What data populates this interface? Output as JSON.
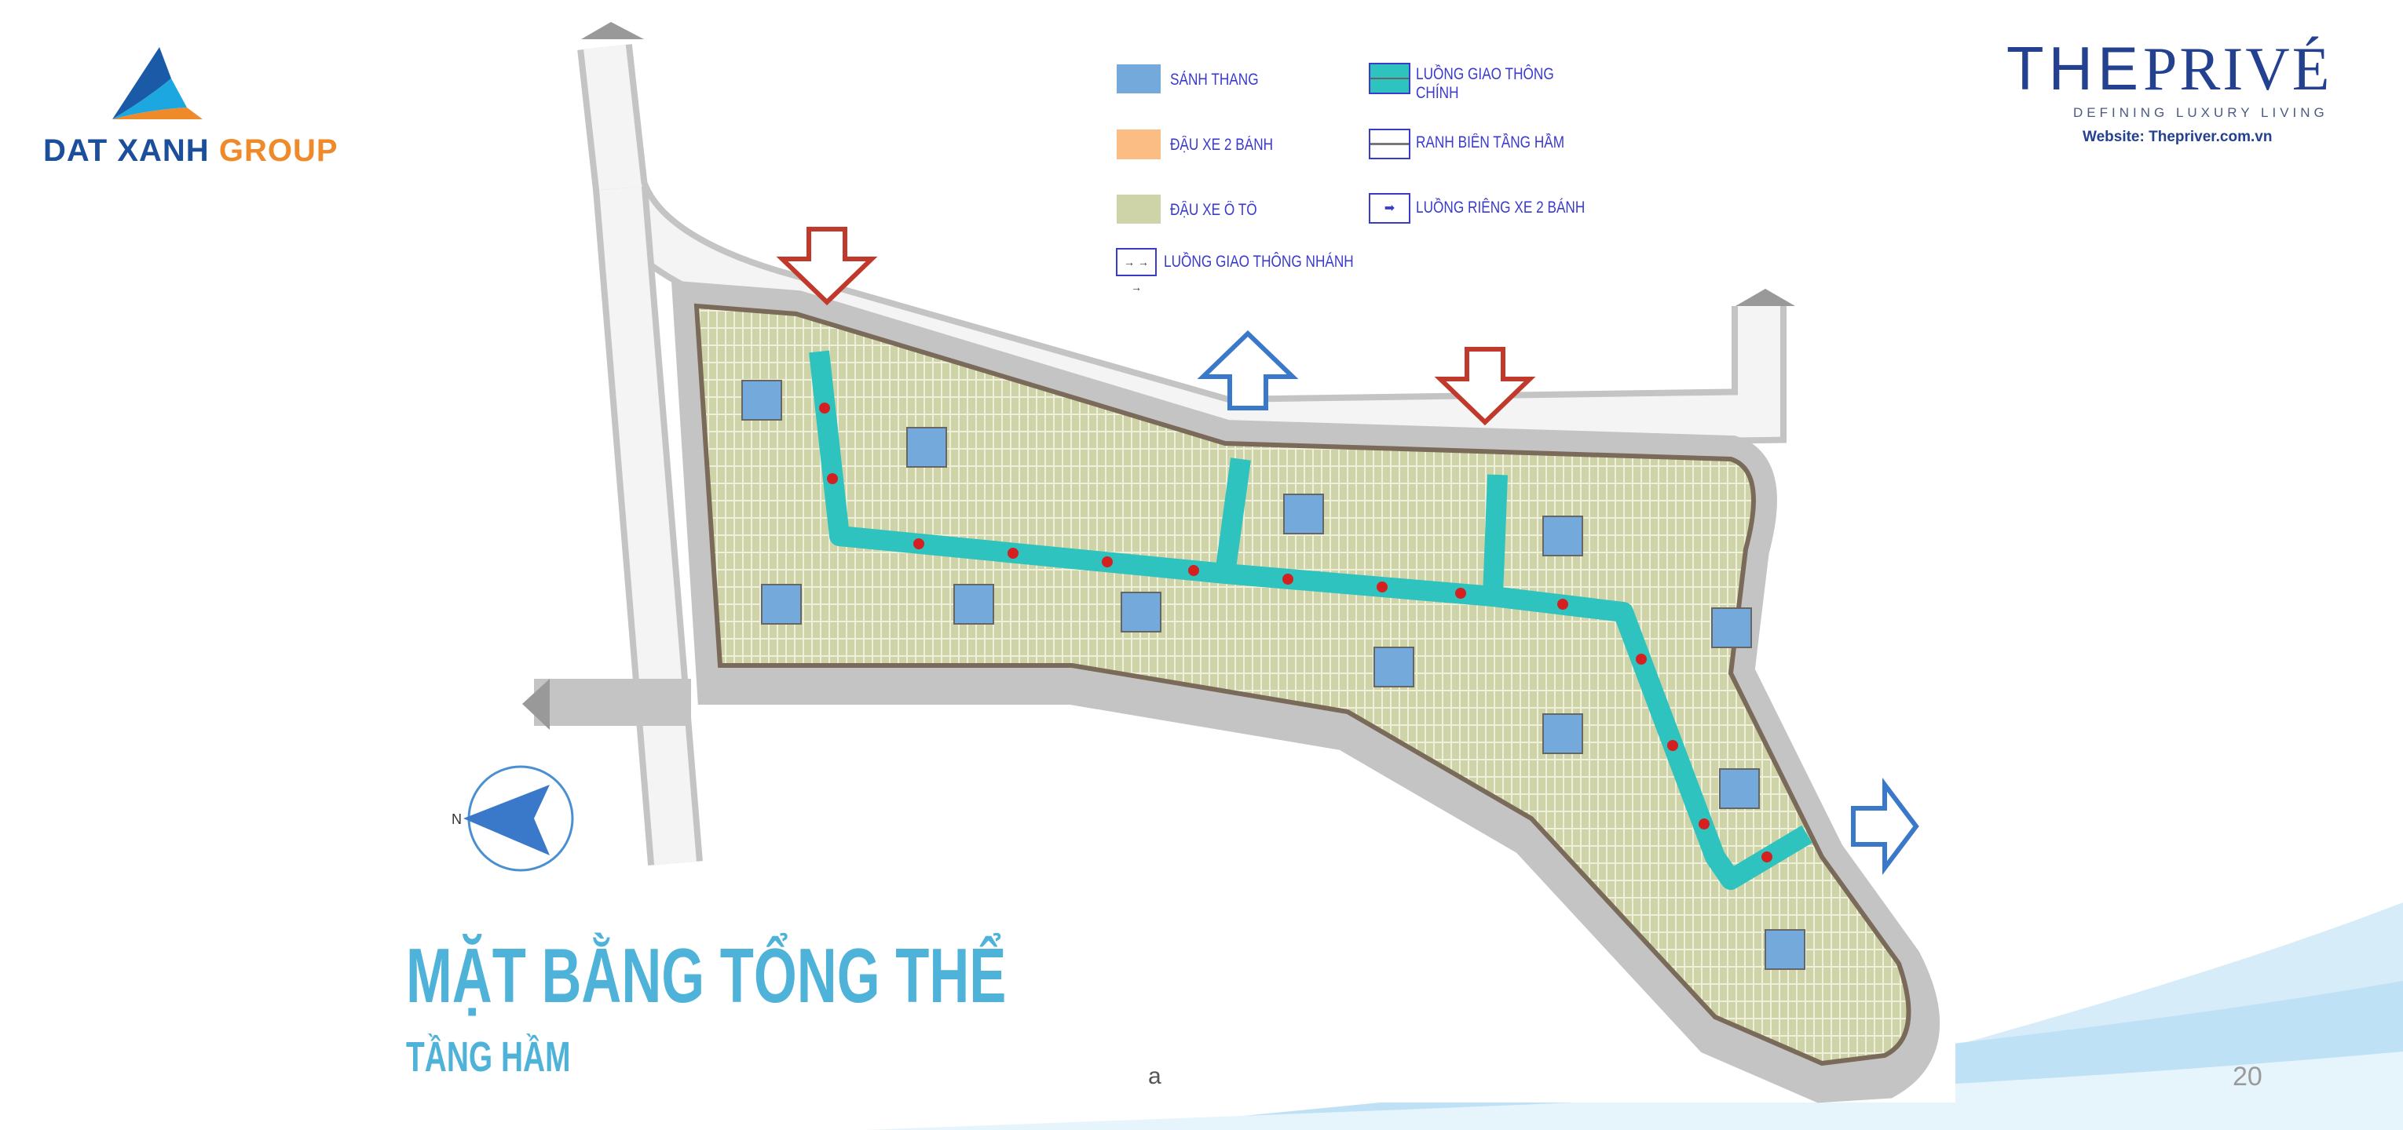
{
  "logos": {
    "datxanh": {
      "word1": "DAT XANH",
      "word2": "GROUP"
    },
    "prive": {
      "brand_thin": "THE",
      "brand_bold": "PRIVÉ",
      "tagline": "DEFINING LUXURY LIVING",
      "website": "Website: Thepriver.com.vn"
    }
  },
  "legend": {
    "left": [
      {
        "label": "SẢNH THANG",
        "color": "#74a9dc"
      },
      {
        "label": "ĐẬU  XE 2 BÁNH",
        "color": "#fbbd84"
      },
      {
        "label": "ĐẬU XE Ô TÔ",
        "color": "#cfd3a8"
      },
      {
        "label": "LUỒNG GIAO THÔNG NHÁNH",
        "color": "#3a3acb"
      }
    ],
    "right": [
      {
        "label": "LUỒNG GIAO THÔNG",
        "label2": "CHÍNH",
        "color": "#2ec3be"
      },
      {
        "label": "RANH BIÊN TẦNG HẦM",
        "color": "#3a3acb"
      },
      {
        "label": "LUỒNG RIÊNG XE 2 BÁNH",
        "color": "#3a3acb"
      }
    ]
  },
  "title": {
    "main": "MẶT BẰNG TỔNG THỂ",
    "sub": "TẦNG HẦM"
  },
  "page_number": "20",
  "footer_mark": "a",
  "colors": {
    "route": "#2ec3be",
    "route_arrow": "#d42020",
    "entry_arrow": "#c0392b",
    "exit_arrow": "#3a78c9",
    "title": "#4fb3d9"
  }
}
